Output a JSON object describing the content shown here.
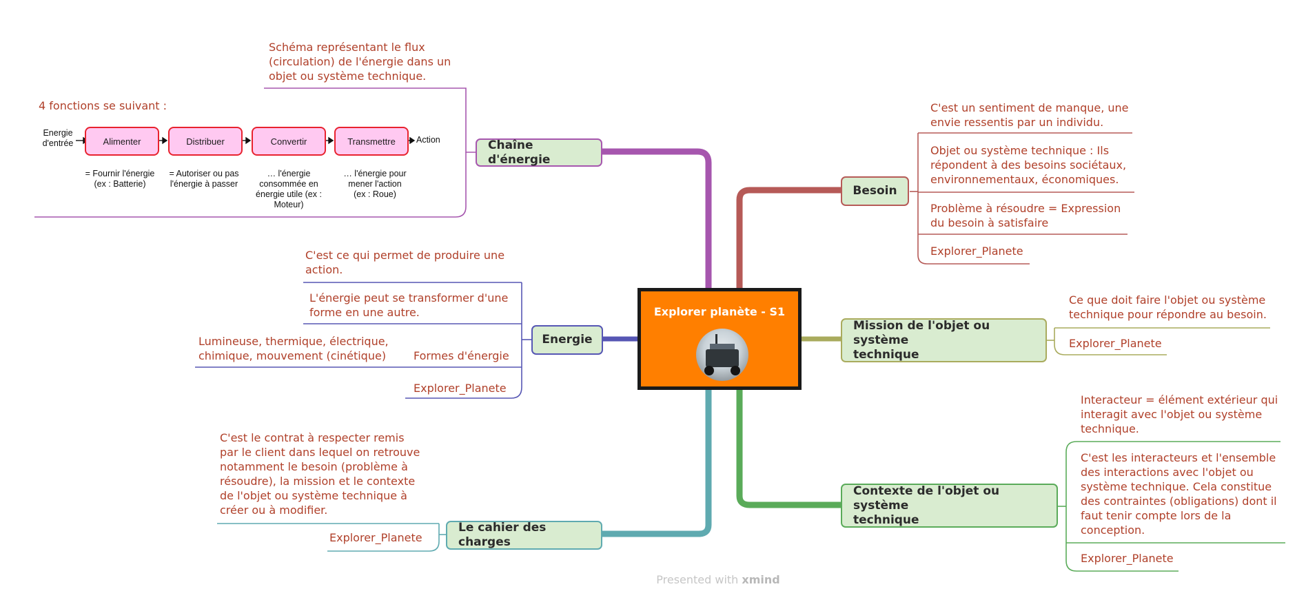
{
  "central": {
    "title": "Explorer planète - S1",
    "image": "explorer-rover-photo"
  },
  "chaine": {
    "title": "Chaîne d'énergie",
    "note": [
      "Schéma représentant le flux",
      "(circulation) de l'énergie dans un",
      "objet ou système technique."
    ],
    "fonctions_title": "4 fonctions se suivant :",
    "entree": [
      "Energie",
      "d'entrée"
    ],
    "action": "Action",
    "boxes": [
      "Alimenter",
      "Distribuer",
      "Convertir",
      "Transmettre"
    ],
    "descs": [
      [
        "= Fournir l'énergie",
        "(ex : Batterie)"
      ],
      [
        "= Autoriser ou pas",
        "l'énergie à passer"
      ],
      [
        "… l'énergie",
        "consommée en",
        "énergie utile (ex :",
        "Moteur)"
      ],
      [
        "… l'énergie pour",
        "mener l'action",
        "(ex : Roue)"
      ]
    ]
  },
  "energie": {
    "title": "Energie",
    "note1": [
      "C'est ce qui permet de produire une",
      "action."
    ],
    "note2": [
      "L'énergie peut se transformer d'une",
      "forme en une autre."
    ],
    "formes_label": "Formes d'énergie",
    "formes_detail": [
      "Lumineuse, thermique, électrique,",
      "chimique, mouvement (cinétique)"
    ],
    "link": "Explorer_Planete"
  },
  "cahier": {
    "title": "Le cahier des charges",
    "note": [
      "C'est le contrat à respecter remis",
      "par le client dans lequel on retrouve",
      "notamment le besoin (problème à",
      "résoudre), la mission et le contexte",
      "de l'objet ou système technique à",
      "créer ou à modifier."
    ],
    "link": "Explorer_Planete"
  },
  "besoin": {
    "title": "Besoin",
    "note1": [
      "C'est un sentiment de manque, une",
      "envie ressentis par un individu."
    ],
    "note2": [
      "Objet ou système technique : Ils",
      "répondent à des besoins sociétaux,",
      "environnementaux, économiques."
    ],
    "note3": [
      "Problème à résoudre = Expression",
      "du besoin à satisfaire"
    ],
    "link": "Explorer_Planete"
  },
  "mission": {
    "title": [
      "Mission de l'objet ou système",
      "technique"
    ],
    "note": [
      "Ce que doit faire l'objet ou système",
      "technique pour répondre au besoin."
    ],
    "link": "Explorer_Planete"
  },
  "contexte": {
    "title": [
      "Contexte de l'objet ou système",
      "technique"
    ],
    "note1": [
      "Interacteur = élément extérieur qui",
      "interagit avec l'objet ou système",
      "technique."
    ],
    "note2": [
      "C'est les interacteurs et l'ensemble",
      "des interactions avec l'objet ou",
      "système technique.  Cela constitue",
      "des contraintes (obligations) dont il",
      "faut tenir compte  lors de la",
      "conception."
    ],
    "link": "Explorer_Planete"
  },
  "footer": {
    "prefix": "Presented with",
    "brand": "xmind"
  },
  "colors": {
    "chaine": "#a656ae",
    "energie": "#5656b4",
    "cahier": "#5faab0",
    "besoin": "#b65a57",
    "mission": "#a9ab5d",
    "contexte": "#5aab59",
    "central": "#ff7f00",
    "note": "#b0402a",
    "topic_fill": "#d9ecd0"
  }
}
